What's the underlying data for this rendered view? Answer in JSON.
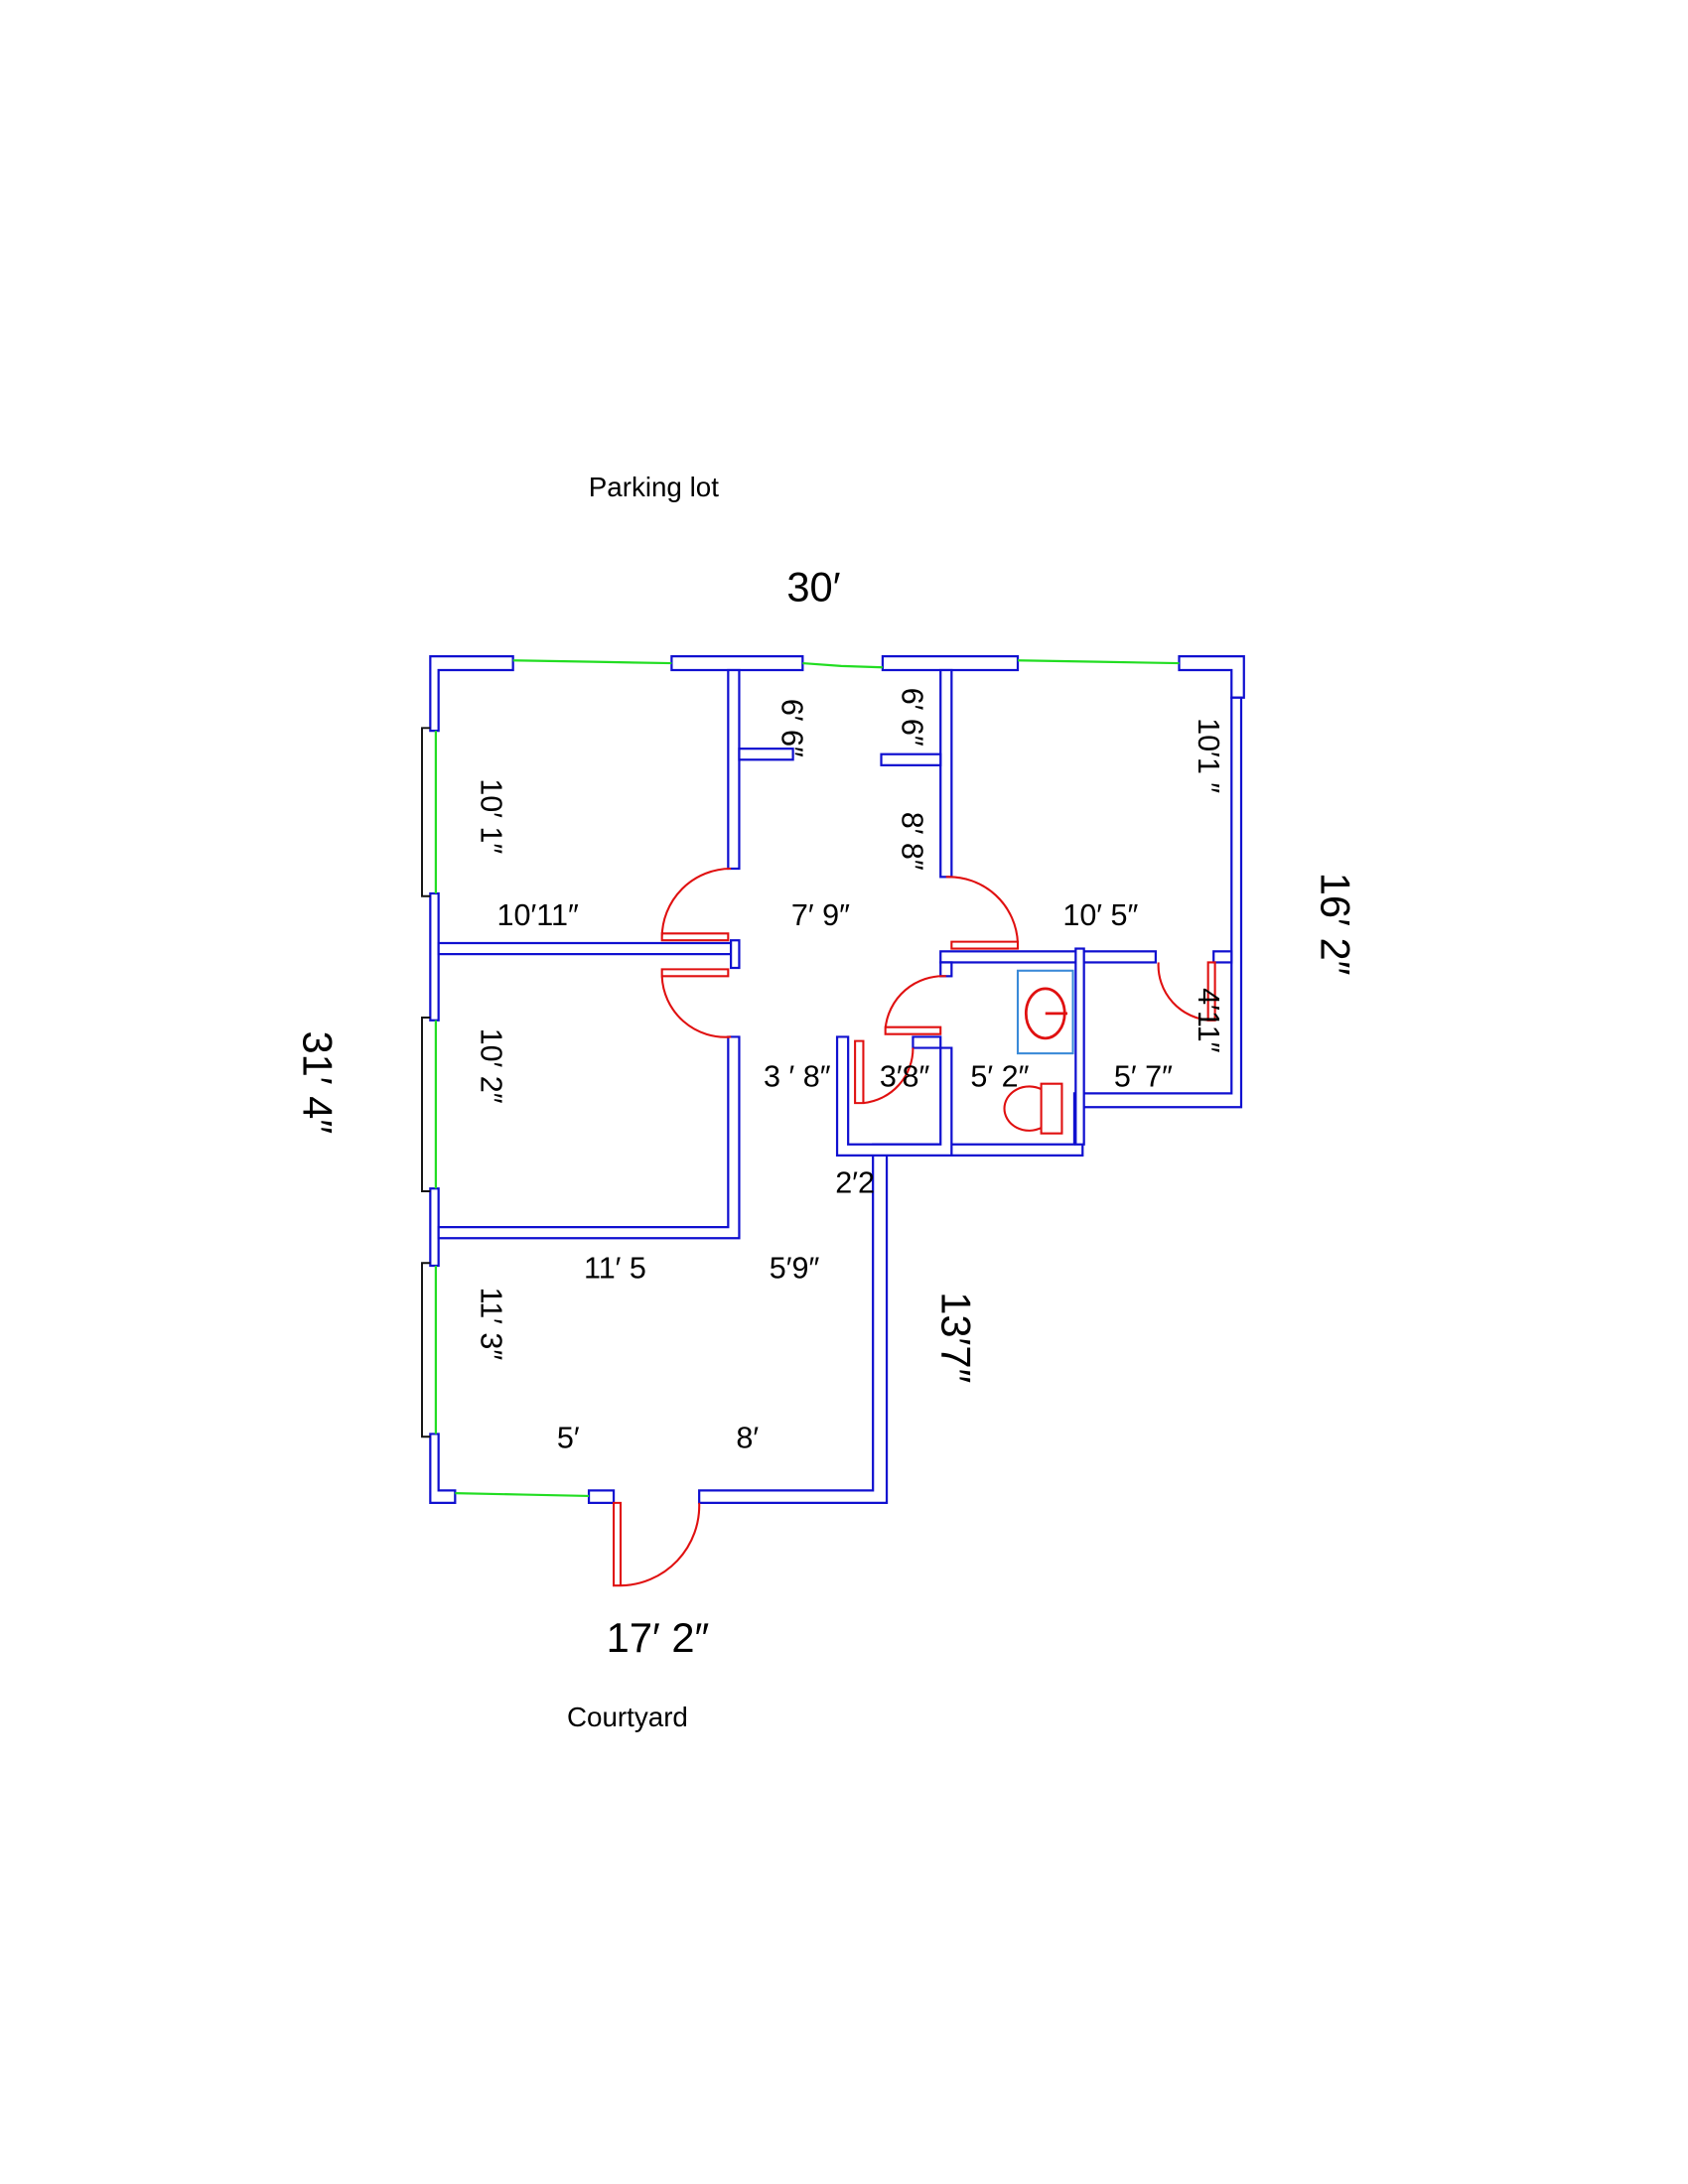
{
  "site": {
    "north": "Parking lot",
    "south": "Courtyard"
  },
  "overall_dimensions": {
    "top": "30′",
    "right": "16′ 2″",
    "left": "31′ 4″",
    "lower_right": "13′7″",
    "bottom": "17′ 2″"
  },
  "room_dimensions": {
    "bedroom1_depth": "10′ 1″",
    "bedroom1_width": "10′11″",
    "closet1": "6′ 6″",
    "closet2": "6′ 6″",
    "hall_depth": "8′ 8″",
    "hall_width": "7′ 9″",
    "bedroom3_width": "10′ 5″",
    "bedroom3_depth": "10′1 ″",
    "small_room_depth": "4′11″",
    "bedroom2_depth": "10′ 2″",
    "hall_lower": "3 ′ 8″",
    "closet3": "3′8″",
    "bath": "5′ 2″",
    "small_room_width": "5′ 7″",
    "passage": "2′2",
    "living_width": "11′ 5",
    "living_extra": "5′9″",
    "living_depth": "11′ 3″",
    "entry_left": "5′",
    "entry_right": "8′"
  },
  "colors": {
    "walls": "#1010d0",
    "doors": "#e01010",
    "windows": "#22dd22",
    "sink_box": "#3a8ad8"
  }
}
